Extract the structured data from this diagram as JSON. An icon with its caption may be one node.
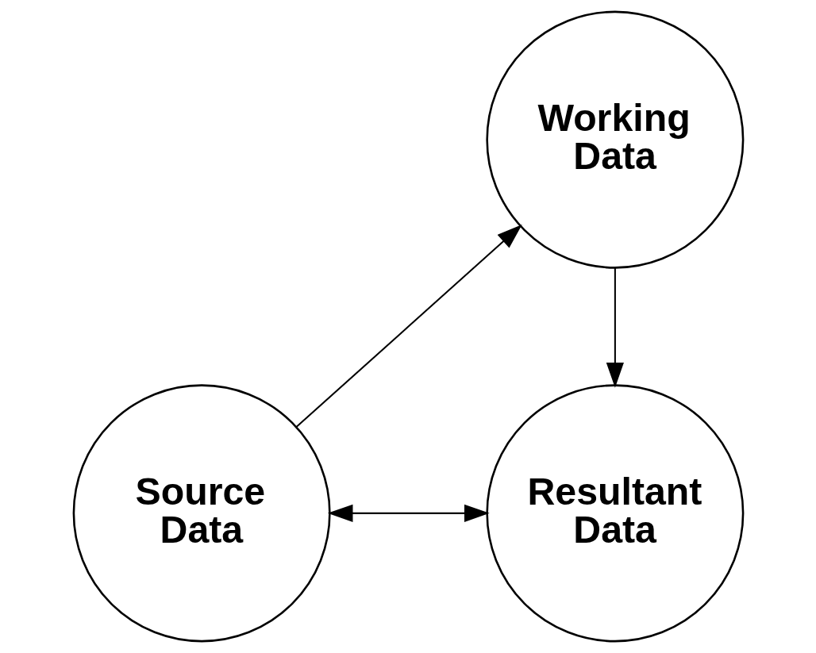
{
  "diagram": {
    "nodes": [
      {
        "text": [
          "Working Data"
        ]
      },
      {
        "text": [
          "Source Data"
        ]
      },
      {
        "text": [
          "Resultant Data"
        ]
      }
    ],
    "edges": [
      {
        "from": 1,
        "to": 0,
        "arrow": "to"
      },
      {
        "from": 0,
        "to": 2,
        "arrow": "to"
      },
      {
        "from": 1,
        "to": 2,
        "arrow": "both"
      }
    ]
  }
}
